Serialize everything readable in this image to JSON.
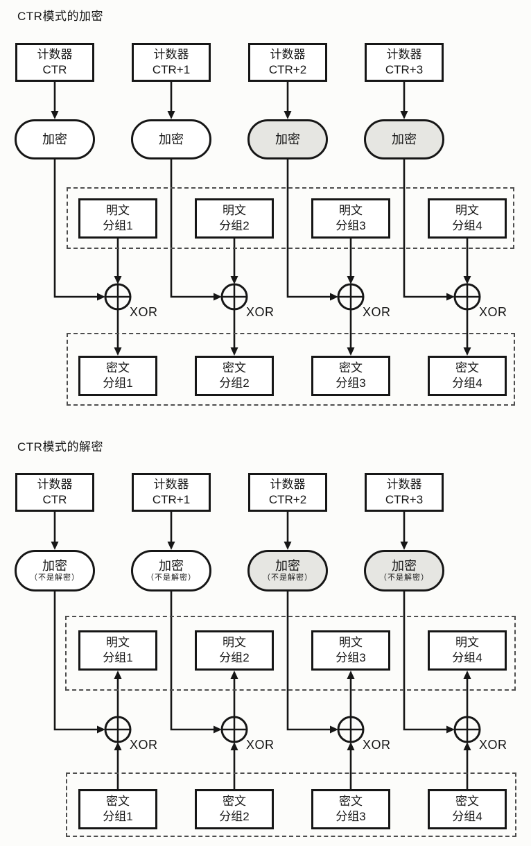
{
  "colors": {
    "ink": "#161616",
    "box_fill": "#ffffff",
    "shaded_fill": "#e6e6e2",
    "paper": "#fcfcfa"
  },
  "diagrams": [
    {
      "title": "CTR模式的加密",
      "xor_label": "XOR",
      "columns": [
        {
          "counter_title": "计数器",
          "counter_value": "CTR",
          "cipher_label": "加密",
          "cipher_note": "",
          "plaintext_line1": "明文",
          "plaintext_line2": "分组1",
          "ciphertext_line1": "密文",
          "ciphertext_line2": "分组1",
          "shaded": false
        },
        {
          "counter_title": "计数器",
          "counter_value": "CTR+1",
          "cipher_label": "加密",
          "cipher_note": "",
          "plaintext_line1": "明文",
          "plaintext_line2": "分组2",
          "ciphertext_line1": "密文",
          "ciphertext_line2": "分组2",
          "shaded": false
        },
        {
          "counter_title": "计数器",
          "counter_value": "CTR+2",
          "cipher_label": "加密",
          "cipher_note": "",
          "plaintext_line1": "明文",
          "plaintext_line2": "分组3",
          "ciphertext_line1": "密文",
          "ciphertext_line2": "分组3",
          "shaded": true
        },
        {
          "counter_title": "计数器",
          "counter_value": "CTR+3",
          "cipher_label": "加密",
          "cipher_note": "",
          "plaintext_line1": "明文",
          "plaintext_line2": "分组4",
          "ciphertext_line1": "密文",
          "ciphertext_line2": "分组4",
          "shaded": true
        }
      ]
    },
    {
      "title": "CTR模式的解密",
      "xor_label": "XOR",
      "columns": [
        {
          "counter_title": "计数器",
          "counter_value": "CTR",
          "cipher_label": "加密",
          "cipher_note": "（不是解密）",
          "plaintext_line1": "明文",
          "plaintext_line2": "分组1",
          "ciphertext_line1": "密文",
          "ciphertext_line2": "分组1",
          "shaded": false
        },
        {
          "counter_title": "计数器",
          "counter_value": "CTR+1",
          "cipher_label": "加密",
          "cipher_note": "（不是解密）",
          "plaintext_line1": "明文",
          "plaintext_line2": "分组2",
          "ciphertext_line1": "密文",
          "ciphertext_line2": "分组2",
          "shaded": false
        },
        {
          "counter_title": "计数器",
          "counter_value": "CTR+2",
          "cipher_label": "加密",
          "cipher_note": "（不是解密）",
          "plaintext_line1": "明文",
          "plaintext_line2": "分组3",
          "ciphertext_line1": "密文",
          "ciphertext_line2": "分组3",
          "shaded": true
        },
        {
          "counter_title": "计数器",
          "counter_value": "CTR+3",
          "cipher_label": "加密",
          "cipher_note": "（不是解密）",
          "plaintext_line1": "明文",
          "plaintext_line2": "分组4",
          "ciphertext_line1": "密文",
          "ciphertext_line2": "分组4",
          "shaded": true
        }
      ]
    }
  ]
}
